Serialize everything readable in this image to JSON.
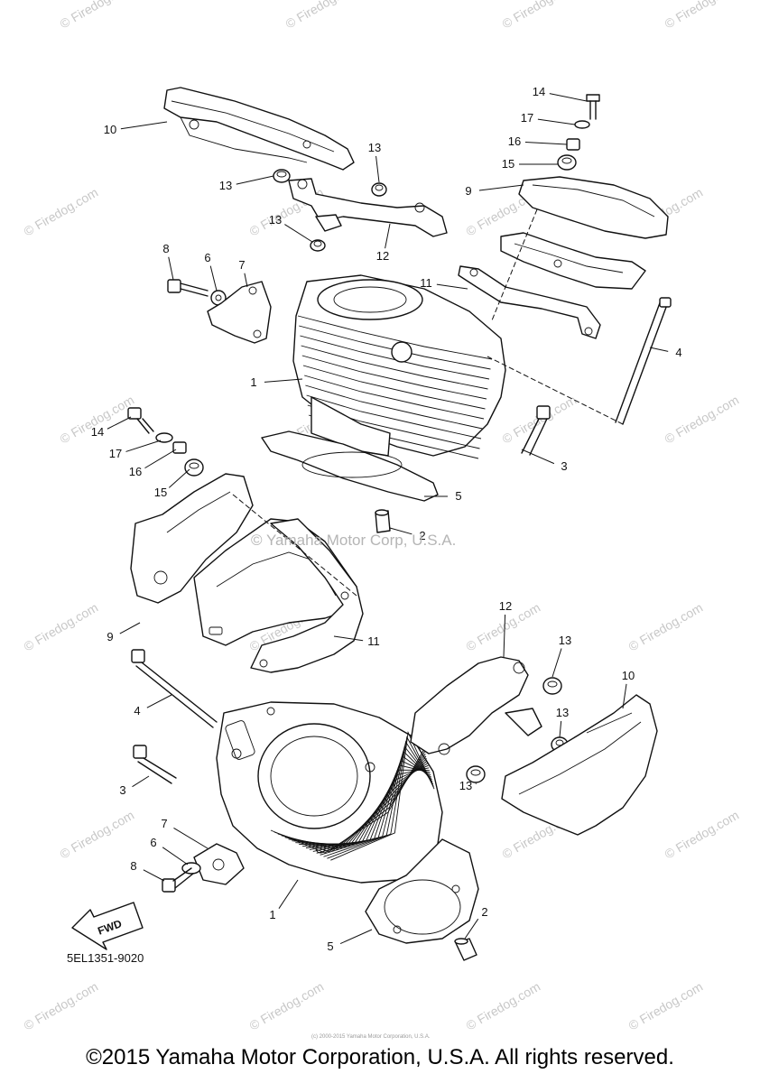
{
  "watermark": {
    "site_mark": "© Firedog.com",
    "center_mark": "© Yamaha Motor Corp, U.S.A."
  },
  "diagram": {
    "part_code": "5EL1351-9020",
    "fwd_label": "FWD",
    "fine_print": "(c) 2000-2015 Yamaha Motor Corporation, U.S.A.",
    "callouts": [
      {
        "id": "c-14a",
        "text": "14"
      },
      {
        "id": "c-17a",
        "text": "17"
      },
      {
        "id": "c-16a",
        "text": "16"
      },
      {
        "id": "c-15a",
        "text": "15"
      },
      {
        "id": "c-9a",
        "text": "9"
      },
      {
        "id": "c-10a",
        "text": "10"
      },
      {
        "id": "c-13a",
        "text": "13"
      },
      {
        "id": "c-13b",
        "text": "13"
      },
      {
        "id": "c-13c",
        "text": "13"
      },
      {
        "id": "c-12a",
        "text": "12"
      },
      {
        "id": "c-11a",
        "text": "11"
      },
      {
        "id": "c-8a",
        "text": "8"
      },
      {
        "id": "c-6a",
        "text": "6"
      },
      {
        "id": "c-7a",
        "text": "7"
      },
      {
        "id": "c-4a",
        "text": "4"
      },
      {
        "id": "c-1a",
        "text": "1"
      },
      {
        "id": "c-3a",
        "text": "3"
      },
      {
        "id": "c-5a",
        "text": "5"
      },
      {
        "id": "c-2a",
        "text": "2"
      },
      {
        "id": "c-14b",
        "text": "14"
      },
      {
        "id": "c-17b",
        "text": "17"
      },
      {
        "id": "c-16b",
        "text": "16"
      },
      {
        "id": "c-15b",
        "text": "15"
      },
      {
        "id": "c-9b",
        "text": "9"
      },
      {
        "id": "c-11b",
        "text": "11"
      },
      {
        "id": "c-12b",
        "text": "12"
      },
      {
        "id": "c-13d",
        "text": "13"
      },
      {
        "id": "c-10b",
        "text": "10"
      },
      {
        "id": "c-13e",
        "text": "13"
      },
      {
        "id": "c-13f",
        "text": "13"
      },
      {
        "id": "c-4b",
        "text": "4"
      },
      {
        "id": "c-3b",
        "text": "3"
      },
      {
        "id": "c-7b",
        "text": "7"
      },
      {
        "id": "c-6b",
        "text": "6"
      },
      {
        "id": "c-8b",
        "text": "8"
      },
      {
        "id": "c-1b",
        "text": "1"
      },
      {
        "id": "c-2b",
        "text": "2"
      },
      {
        "id": "c-5b",
        "text": "5"
      }
    ]
  },
  "footer": {
    "copyright": "©2015 Yamaha Motor Corporation, U.S.A. All rights reserved."
  }
}
